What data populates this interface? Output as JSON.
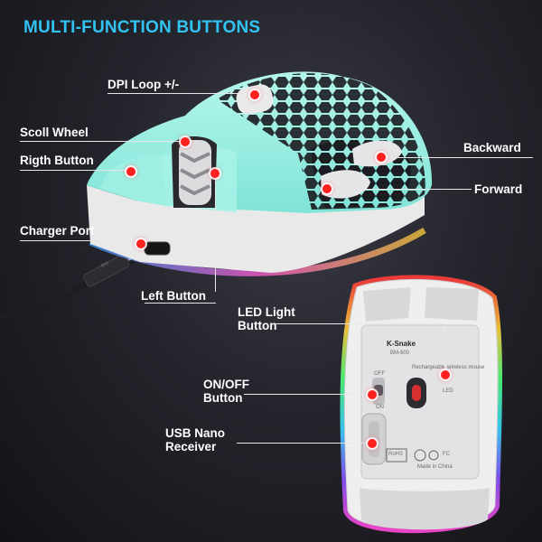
{
  "title": "MULTI-FUNCTION BUTTONS",
  "labels": {
    "dpi": "DPI Loop +/-",
    "scroll": "Scoll Wheel",
    "right": "Rigth Button",
    "charger": "Charger Port",
    "left": "Left Button",
    "backward": "Backward",
    "forward": "Forward",
    "led_line1": "LED Light",
    "led_line2": "Button",
    "onoff_line1": "ON/OFF",
    "onoff_line2": "Button",
    "usb_line1": "USB Nano",
    "usb_line2": "Receiver"
  },
  "bottom_text": {
    "brand": "K-Snake",
    "model": "BM-600",
    "rechargeable": "Rechargeable wireless mouse",
    "off": "OFF",
    "on": "ON",
    "led": "LED",
    "made_in": "Made in China",
    "cert_fc": "FC",
    "cert_rohs": "RoHS",
    "cable": "pro"
  },
  "colors": {
    "title": "#31c4f3",
    "shell_top": "#9cf0e4",
    "marker": "#ff2020"
  }
}
